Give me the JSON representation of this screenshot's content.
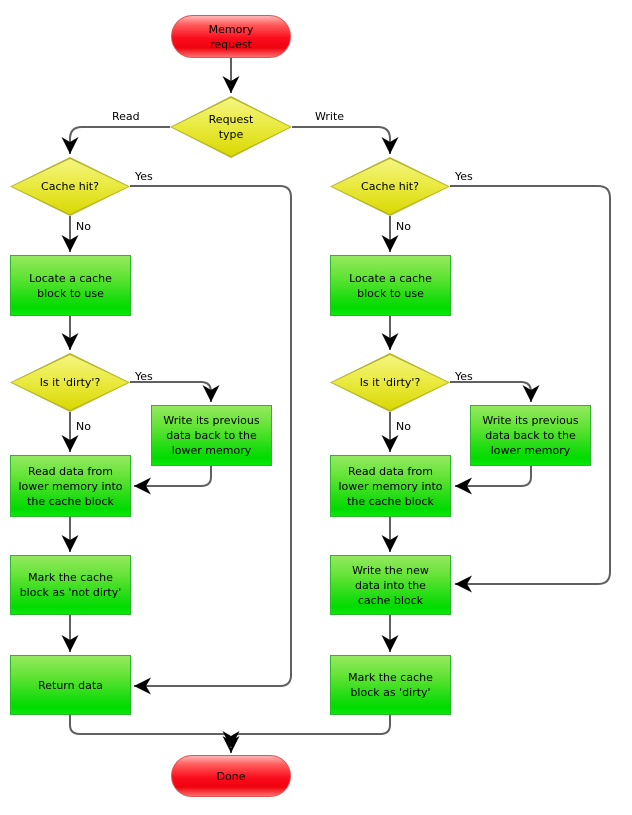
{
  "flowchart": {
    "nodes": {
      "memory_request": "Memory request",
      "request_type": "Request type",
      "cache_hit_read": "Cache hit?",
      "cache_hit_write": "Cache hit?",
      "locate_read": "Locate a cache block to use",
      "locate_write": "Locate a cache block to use",
      "is_dirty_read": "Is it 'dirty'?",
      "is_dirty_write": "Is it 'dirty'?",
      "write_prev_read": "Write its previous data back to the lower memory",
      "write_prev_write": "Write its previous data back to the lower memory",
      "read_data_read": "Read data from lower memory into the cache block",
      "read_data_write": "Read data from lower memory into the cache block",
      "mark_not_dirty": "Mark the cache block as 'not dirty'",
      "write_new": "Write the new data into the cache block",
      "return_data": "Return data",
      "mark_dirty": "Mark the cache block as 'dirty'",
      "done": "Done"
    },
    "edge_labels": {
      "read": "Read",
      "write": "Write",
      "yes_hit_read": "Yes",
      "no_hit_read": "No",
      "yes_dirty_read": "Yes",
      "no_dirty_read": "No",
      "yes_hit_write": "Yes",
      "no_hit_write": "No",
      "yes_dirty_write": "Yes",
      "no_dirty_write": "No"
    },
    "colors": {
      "terminal_fill_top": "#ffb4b4",
      "terminal_fill_main": "#fb0b1c",
      "terminal_border": "#e25353",
      "decision_fill_top": "#f5f580",
      "decision_fill_bottom": "#d9d903",
      "decision_border": "#b5b52a",
      "process_fill_top": "#93e95f",
      "process_fill_bottom": "#00dc00",
      "process_border": "#2eb52e",
      "edge_line": "#606060",
      "arrowhead": "#000000",
      "text": "#000000",
      "background": "#ffffff"
    }
  }
}
